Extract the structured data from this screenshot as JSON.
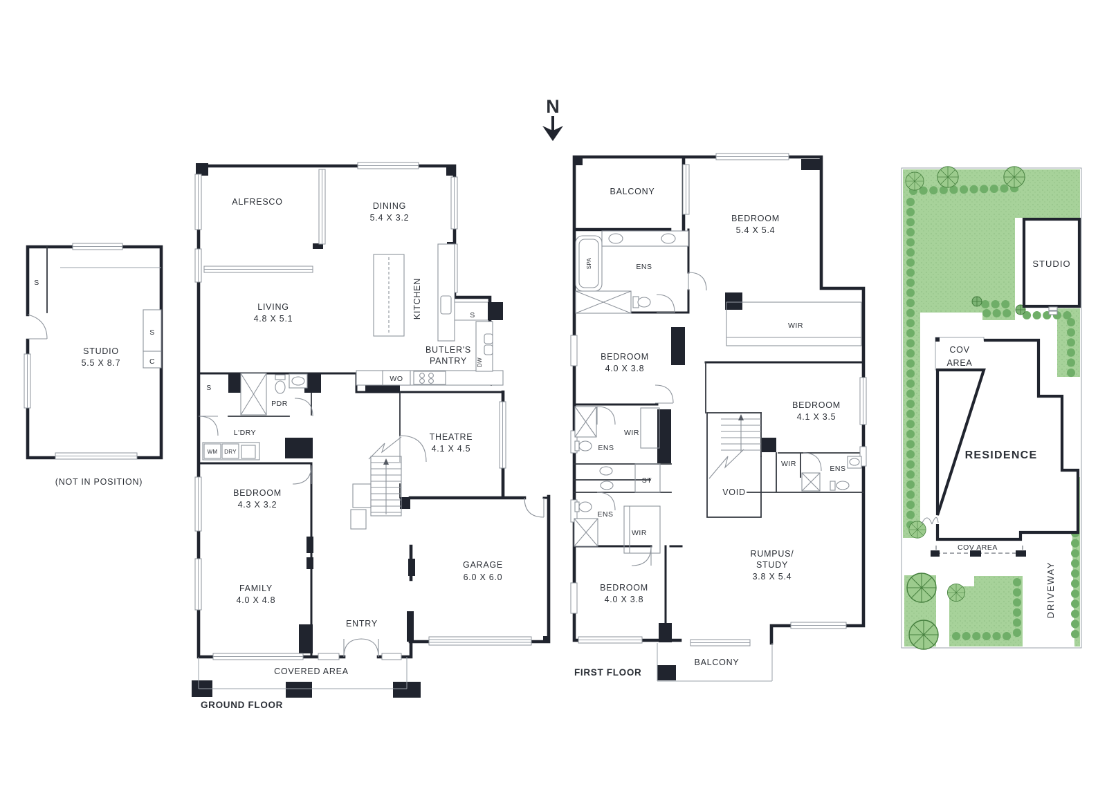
{
  "north": {
    "label": "N"
  },
  "studio_plan": {
    "name": "STUDIO",
    "dims": "5.5 X 8.7",
    "caption": "(NOT IN POSITION)",
    "closet_left_s": "S",
    "closet_right_s": "S",
    "closet_right_c": "C"
  },
  "ground_floor": {
    "caption": "GROUND FLOOR",
    "alfresco": "ALFRESCO",
    "dining": "DINING",
    "dining_dims": "5.4 X 3.2",
    "living": "LIVING",
    "living_dims": "4.8 X 5.1",
    "kitchen": "KITCHEN",
    "butlers_line1": "BUTLER'S",
    "butlers_line2": "PANTRY",
    "pantry_s": "S",
    "left_s": "S",
    "wo": "WO",
    "dw": "DW",
    "wm": "WM",
    "dry": "DRY",
    "pdr": "PDR",
    "ldry": "L'DRY",
    "bedroom": "BEDROOM",
    "bedroom_dims": "4.3 X 3.2",
    "theatre": "THEATRE",
    "theatre_dims": "4.1 X 4.5",
    "family": "FAMILY",
    "family_dims": "4.0 X 4.8",
    "garage": "GARAGE",
    "garage_dims": "6.0 X 6.0",
    "entry": "ENTRY",
    "covered_area": "COVERED AREA"
  },
  "first_floor": {
    "caption": "FIRST FLOOR",
    "balcony_top": "BALCONY",
    "balcony_bottom": "BALCONY",
    "bedroom_master": "BEDROOM",
    "bedroom_master_dims": "5.4 X 5.4",
    "spa": "SPA",
    "ens_top": "ENS",
    "wir_top": "WIR",
    "bedroom_mid": "BEDROOM",
    "bedroom_mid_dims": "4.0 X 3.8",
    "ens_mid": "ENS",
    "wir_mid": "WIR",
    "st": "ST",
    "ens_low": "ENS",
    "wir_low": "WIR",
    "bedroom_right": "BEDROOM",
    "bedroom_right_dims": "4.1 X 3.5",
    "wir_right": "WIR",
    "ens_right": "ENS",
    "void": "VOID",
    "rumpus_line1": "RUMPUS/",
    "rumpus_line2": "STUDY",
    "rumpus_dims": "3.8 X 5.4",
    "bedroom_bottom": "BEDROOM",
    "bedroom_bottom_dims": "4.0 X 3.8"
  },
  "site_plan": {
    "studio": "STUDIO",
    "cov_area_line1": "COV",
    "cov_area_line2": "AREA",
    "residence": "RESIDENCE",
    "cov_area_lower": "COV AREA",
    "driveway": "DRIVEWAY"
  },
  "colors": {
    "wall": "#20242e",
    "lawn": "#a7d29a",
    "tree_outline": "#46803f",
    "fixture_line": "#8d939b",
    "text": "#2b2f36"
  }
}
